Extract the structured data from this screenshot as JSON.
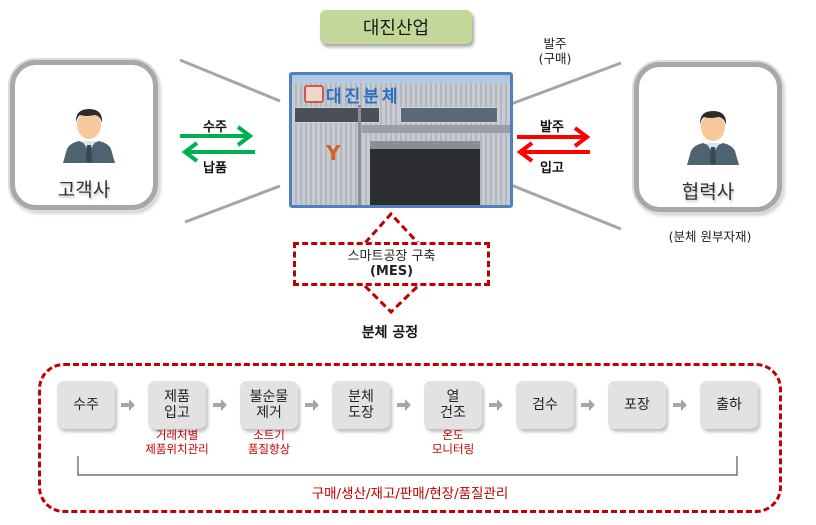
{
  "company": {
    "name": "대진산업"
  },
  "customer": {
    "label": "고객사",
    "icon": "person-icon"
  },
  "partner": {
    "label": "협력사",
    "caption": "(분체 원부자재)",
    "icon": "person-icon"
  },
  "customer_flow": {
    "top": "수주",
    "bottom": "납품",
    "color": "#00b050"
  },
  "partner_flow": {
    "top": "발주",
    "bottom": "입고",
    "color": "#ff0000"
  },
  "purchase_note": {
    "line1": "발주",
    "line2": "(구매)"
  },
  "factory_photo": {
    "sign": "대진분체"
  },
  "mes": {
    "line1": "스마트공장 구축",
    "line2": "(MES)"
  },
  "process_title": "분체 공정",
  "steps": [
    {
      "label": "수주"
    },
    {
      "label": "제품\n입고",
      "line1": "제품",
      "line2": "입고",
      "note1": "거래처별",
      "note2": "제품위치관리"
    },
    {
      "label": "불순물\n제거",
      "line1": "불순물",
      "line2": "제거",
      "note1": "소트기",
      "note2": "품질향상"
    },
    {
      "label": "분체\n도장",
      "line1": "분체",
      "line2": "도장"
    },
    {
      "label": "열\n건조",
      "line1": "열",
      "line2": "건조",
      "note1": "온도",
      "note2": "모니터링"
    },
    {
      "label": "검수"
    },
    {
      "label": "포장"
    },
    {
      "label": "출하"
    }
  ],
  "management": "구매/생산/재고/판매/현장/품질관리",
  "colors": {
    "accent_red": "#c00000",
    "badge_green": "#c4d79b",
    "photo_border": "#4f81bd"
  }
}
